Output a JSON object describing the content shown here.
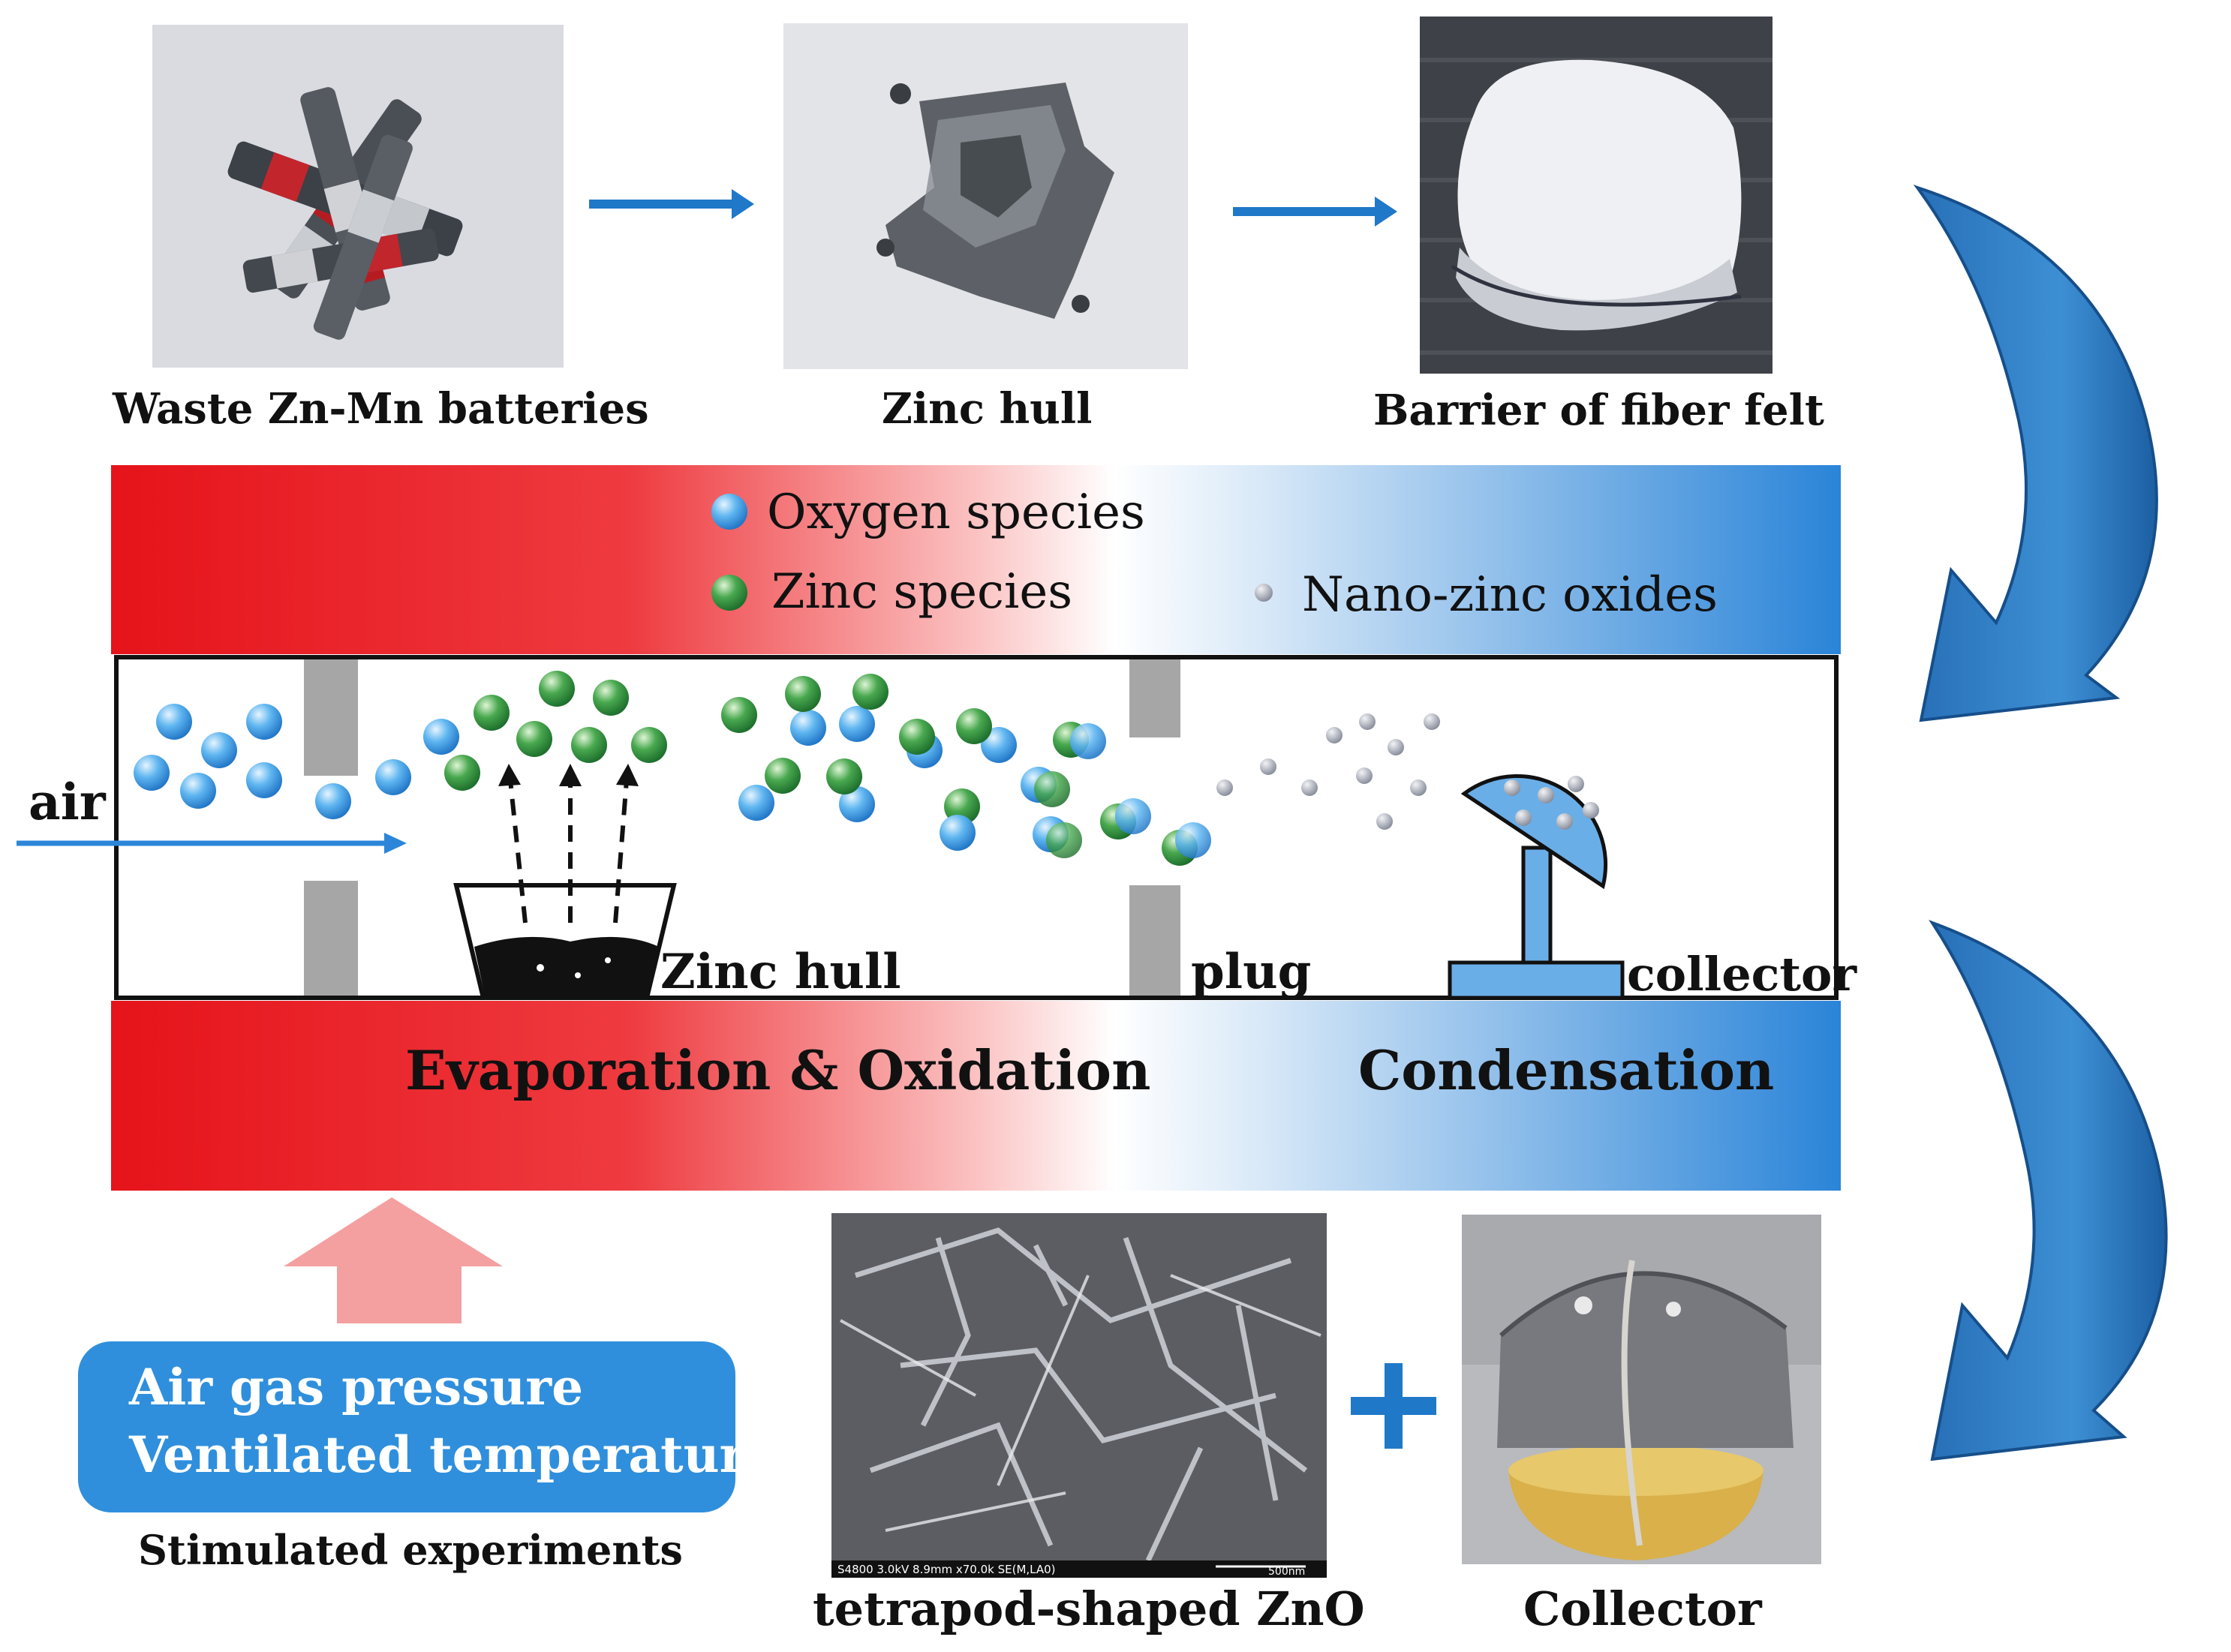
{
  "top_row": {
    "batteries_label": "Waste Zn-Mn batteries",
    "zinc_hull_label": "Zinc hull",
    "fiber_felt_label": "Barrier of fiber felt"
  },
  "legend": {
    "oxygen": "Oxygen species",
    "zinc": "Zinc species",
    "nano": "Nano-zinc oxides"
  },
  "reactor": {
    "air_label": "air",
    "zinc_hull_label": "Zinc hull",
    "plug_label": "plug",
    "collector_label": "collector"
  },
  "zones": {
    "hot": "Evaporation & Oxidation",
    "cold": "Condensation"
  },
  "params": {
    "line1": "Air gas pressure",
    "line2": "Ventilated temperature",
    "caption": "Stimulated experiments"
  },
  "bottom_row": {
    "sem_label": "tetrapod-shaped ZnO",
    "sem_scale_text": "S4800 3.0kV 8.9mm x70.0k SE(M,LA0)",
    "sem_scale_bar": "500nm",
    "plus": "+",
    "collector_photo_label": "Collector"
  },
  "colors": {
    "hot_red": "#e8131a",
    "cold_blue": "#2b86d9",
    "arrow_blue": "#1f78c8",
    "zinc_green": "#2d8a3a",
    "oxygen_blue": "#3a9be0",
    "nano_gray": "#8a8f99",
    "upward_arrow_pink": "#f4a0a0",
    "param_box_blue": "#2f8fdc"
  },
  "icons": [
    "flow-arrow-icon",
    "curved-arrow-icon",
    "plus-icon",
    "upward-arrow-icon"
  ]
}
